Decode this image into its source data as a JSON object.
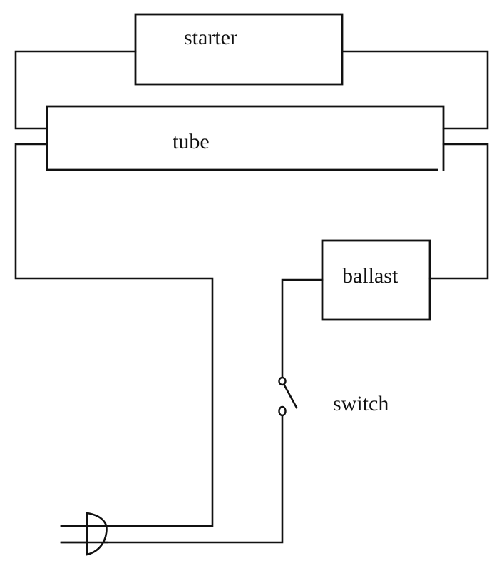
{
  "diagram": {
    "title": "Fluorescent lamp circuit",
    "components": [
      {
        "id": "starter",
        "label": "starter",
        "type": "box"
      },
      {
        "id": "tube",
        "label": "tube",
        "type": "box"
      },
      {
        "id": "ballast",
        "label": "ballast",
        "type": "box"
      },
      {
        "id": "switch",
        "label": "switch",
        "type": "switch",
        "state": "open"
      },
      {
        "id": "plug",
        "label": "",
        "type": "plug"
      }
    ],
    "connections": [
      {
        "from": "starter",
        "to": "tube",
        "side": "left-upper-pin"
      },
      {
        "from": "starter",
        "to": "tube",
        "side": "right-upper-pin"
      },
      {
        "from": "tube",
        "to": "plug",
        "side": "left-lower-pin"
      },
      {
        "from": "tube",
        "to": "ballast",
        "side": "right-lower-pin"
      },
      {
        "from": "ballast",
        "to": "switch"
      },
      {
        "from": "switch",
        "to": "plug"
      }
    ],
    "colors": {
      "ink": "#111111",
      "background": "#ffffff"
    }
  }
}
